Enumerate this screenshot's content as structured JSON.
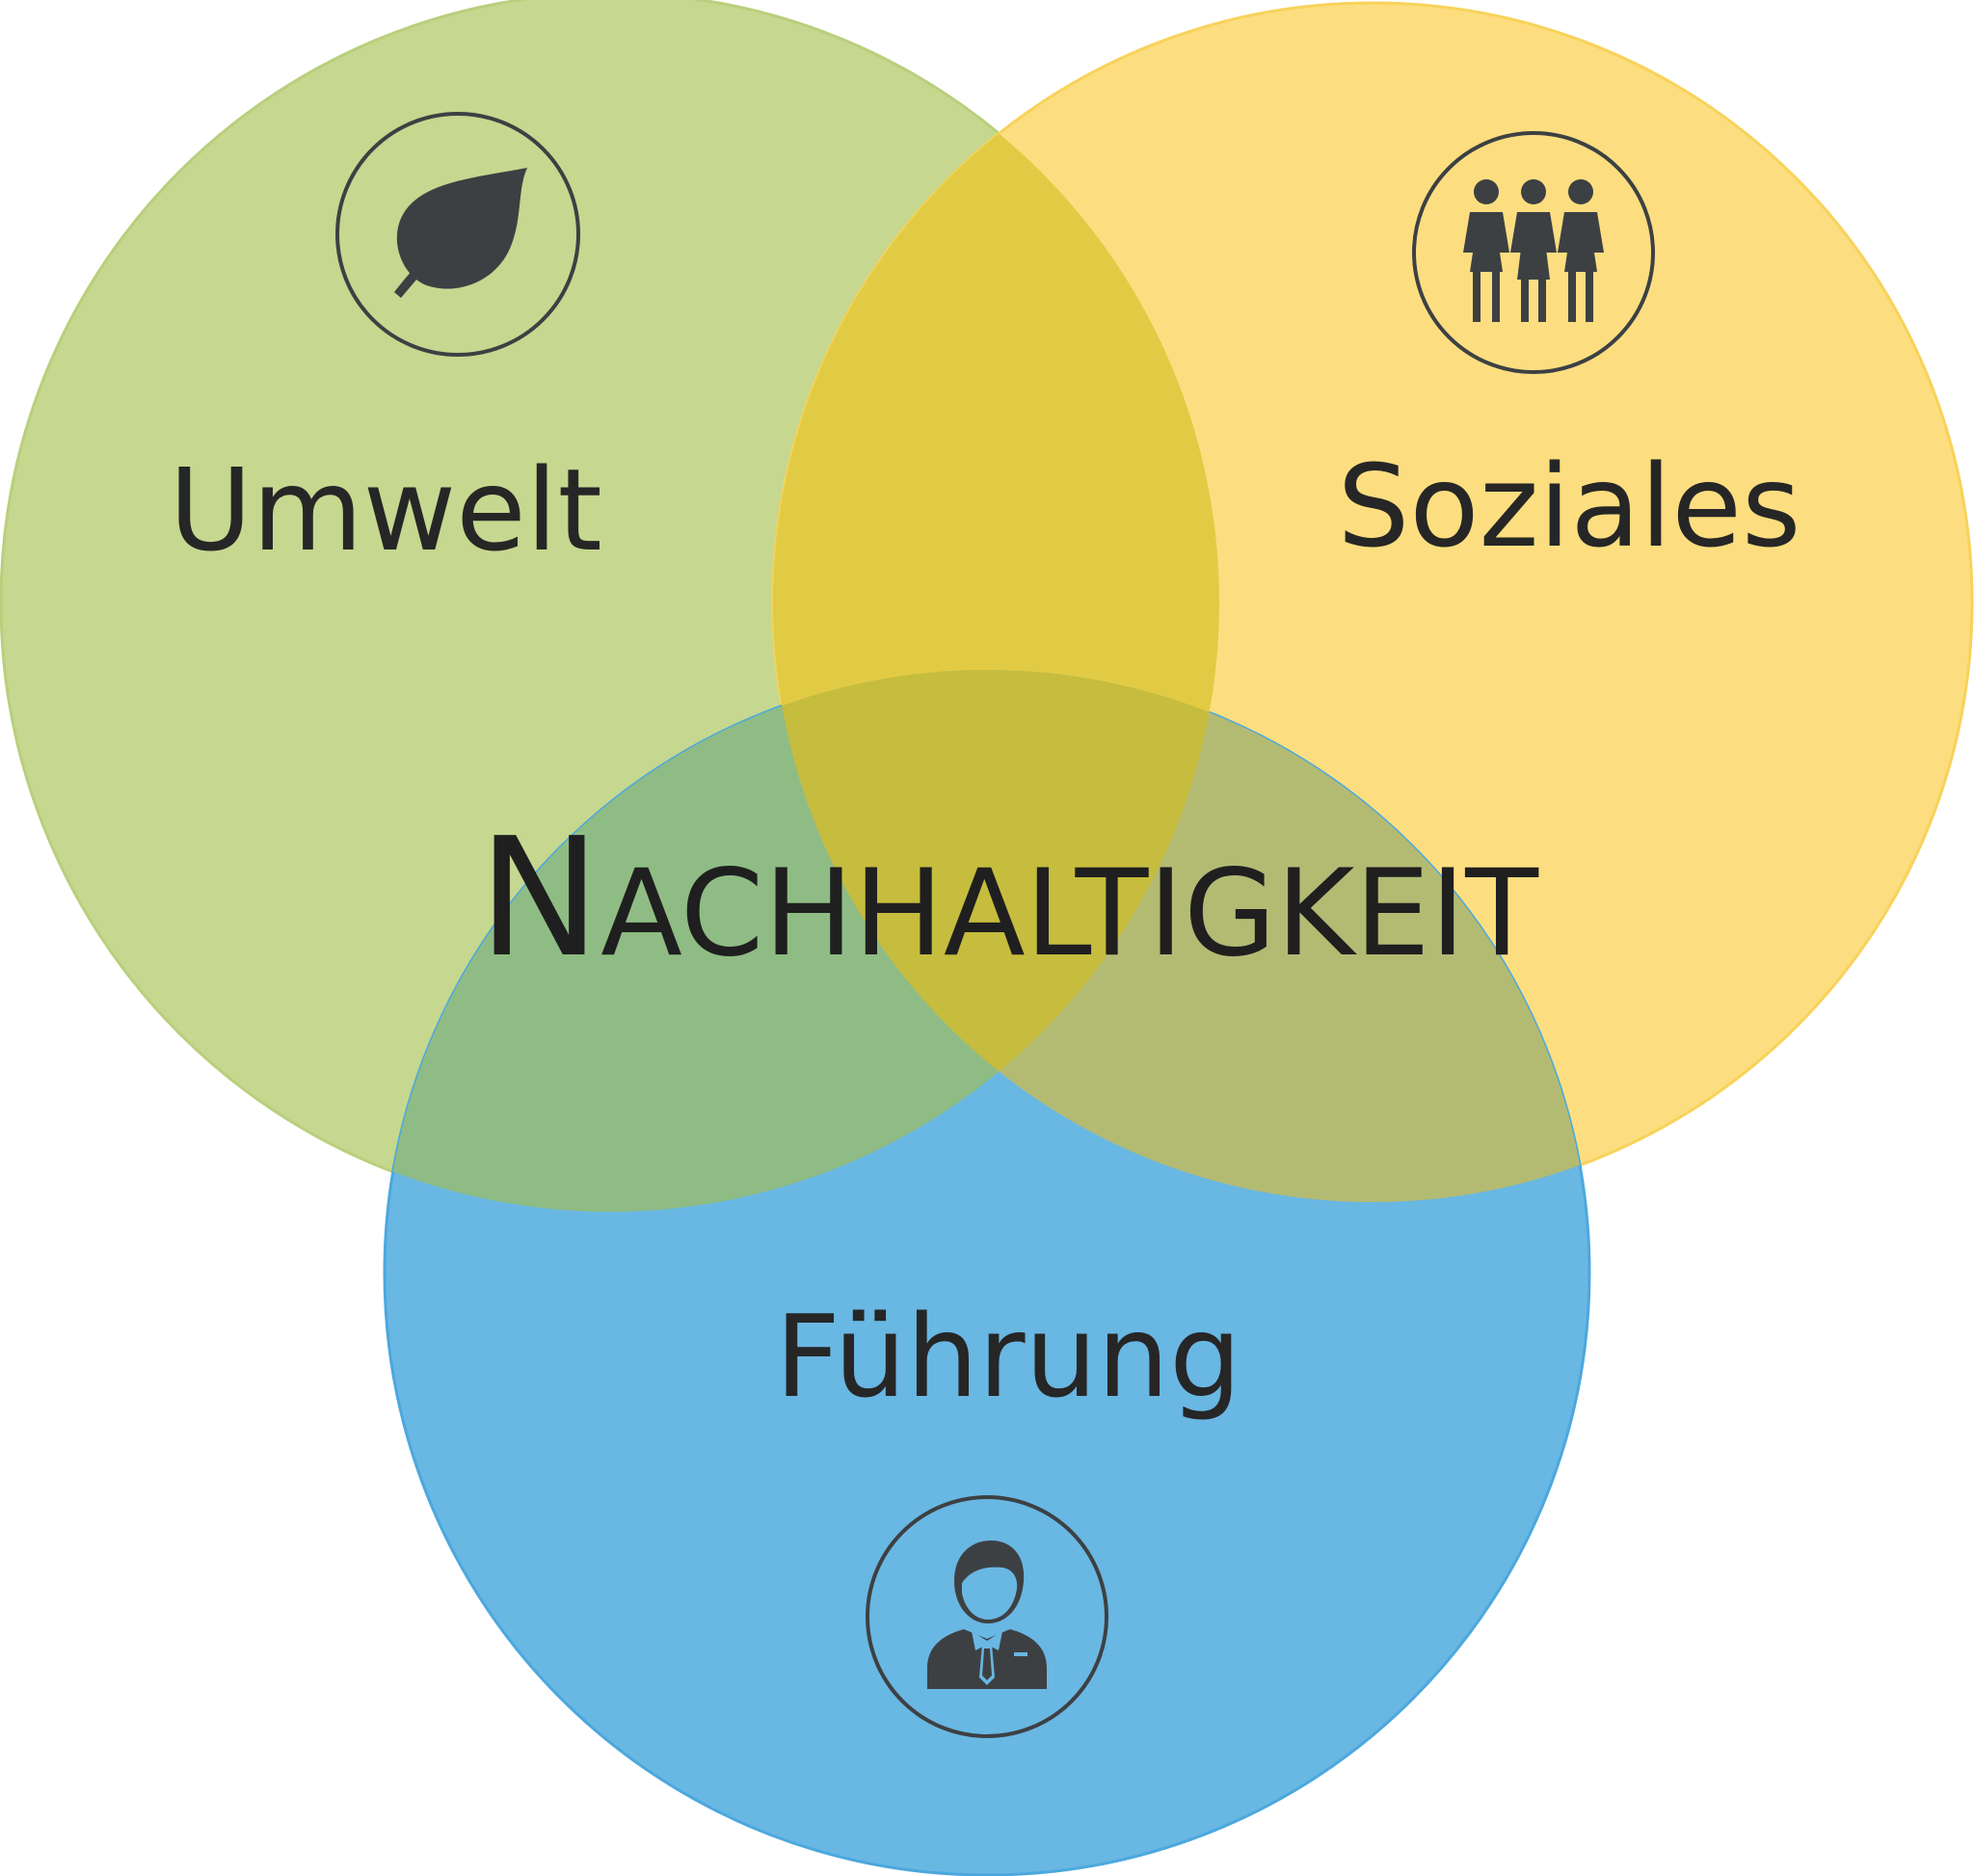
{
  "diagram": {
    "type": "venn",
    "center_label": {
      "initial": "N",
      "rest": "ACHHALTIGKEIT"
    },
    "sets": [
      {
        "id": "umwelt",
        "label": "Umwelt",
        "icon": "leaf-icon",
        "fill": "#c6d78f",
        "stroke": "#b9cf7c"
      },
      {
        "id": "soziales",
        "label": "Soziales",
        "icon": "people-group-icon",
        "fill": "#fcde80",
        "stroke": "#f8d25a"
      },
      {
        "id": "fuehrung",
        "label": "Führung",
        "icon": "businessman-icon",
        "fill": "#69b7e3",
        "stroke": "#4ba8de"
      }
    ],
    "overlaps": {
      "umwelt_soziales": "#e2cb44",
      "umwelt_fuehrung": "#8fbc84",
      "soziales_fuehrung": "#b3bb73",
      "all_three": "#c6bc3e"
    },
    "icon_color": "#3d4043"
  }
}
